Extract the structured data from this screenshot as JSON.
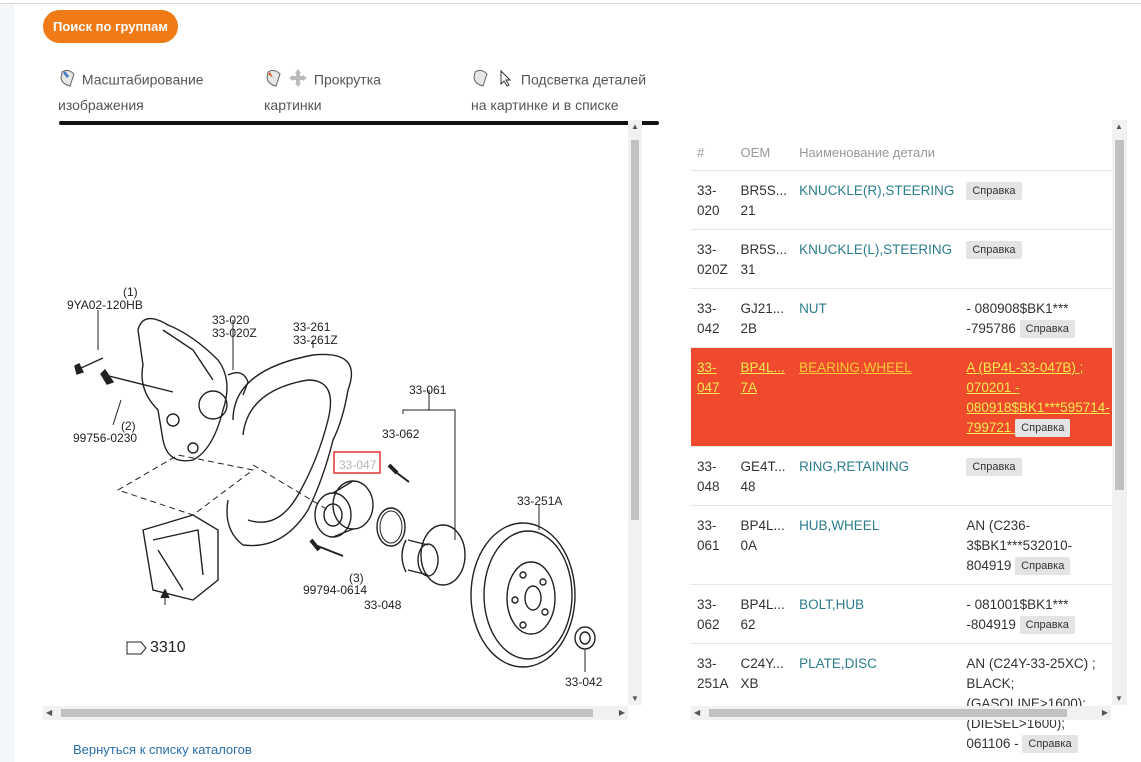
{
  "toolbar": {
    "groups_button": "Поиск по группам"
  },
  "hints": [
    {
      "line1": "Масштабирование",
      "line2": "изображения",
      "icon": "mouse-wheel-icon"
    },
    {
      "line1": "Прокрутка",
      "line2": "картинки",
      "icon": "mouse-drag-icon"
    },
    {
      "line1": "Подсветка деталей",
      "line2": "на картинке и в списке",
      "icon": "mouse-pointer-icon"
    }
  ],
  "diagram": {
    "labels": {
      "l1": "(1)",
      "l2": "9YA02-120HB",
      "l3": "33-020",
      "l4": "33-020Z",
      "l5": "33-261",
      "l6": "33-261Z",
      "l7": "33-061",
      "l8": "33-062",
      "l9": "(2)",
      "l10": "99756-0230",
      "l11": "33-047",
      "l12": "33-251A",
      "l13": "(3)",
      "l14": "99794-0614",
      "l15": "33-048",
      "l16": "3310",
      "l17": "33-042"
    }
  },
  "table": {
    "headers": [
      "#",
      "OEM",
      "Наименование детали"
    ],
    "button_label": "Справка",
    "rows": [
      {
        "num": "33-020",
        "oem": "BR5S...",
        "oem2": "21",
        "name": "KNUCKLE(R),STEERING",
        "note": ""
      },
      {
        "num": "33-",
        "num2": "020Z",
        "oem": "BR5S...",
        "oem2": "31",
        "name": "KNUCKLE(L),STEERING",
        "note": ""
      },
      {
        "num": "33-042",
        "oem": "GJ21...",
        "oem2": "2B",
        "name": "NUT",
        "note": "- 080908$BK1*** -795786"
      },
      {
        "num": "33-047",
        "oem": "BP4L...",
        "oem2": "7A",
        "name": "BEARING,WHEEL",
        "note": "A (BP4L-33-047B) ; 070201 - 080918$BK1***595714-799721"
      },
      {
        "num": "33-048",
        "oem": "GE4T...",
        "oem2": "48",
        "name": "RING,RETAINING",
        "note": ""
      },
      {
        "num": "33-061",
        "oem": "BP4L...",
        "oem2": "0A",
        "name": "HUB,WHEEL",
        "note": "AN (C236-3$BK1***532010-804919"
      },
      {
        "num": "33-062",
        "oem": "BP4L...",
        "oem2": "62",
        "name": "BOLT,HUB",
        "note": "- 081001$BK1*** -804919"
      },
      {
        "num": "33-",
        "num2": "251A",
        "oem": "C24Y...",
        "oem2": "XB",
        "name": "PLATE,DISC",
        "note": "AN (C24Y-33-25XC) ; BLACK; (GASOLINE>1600); (DIESEL>1600); 061106 -"
      }
    ]
  },
  "footer": {
    "back_link": "Вернуться к списку каталогов"
  }
}
